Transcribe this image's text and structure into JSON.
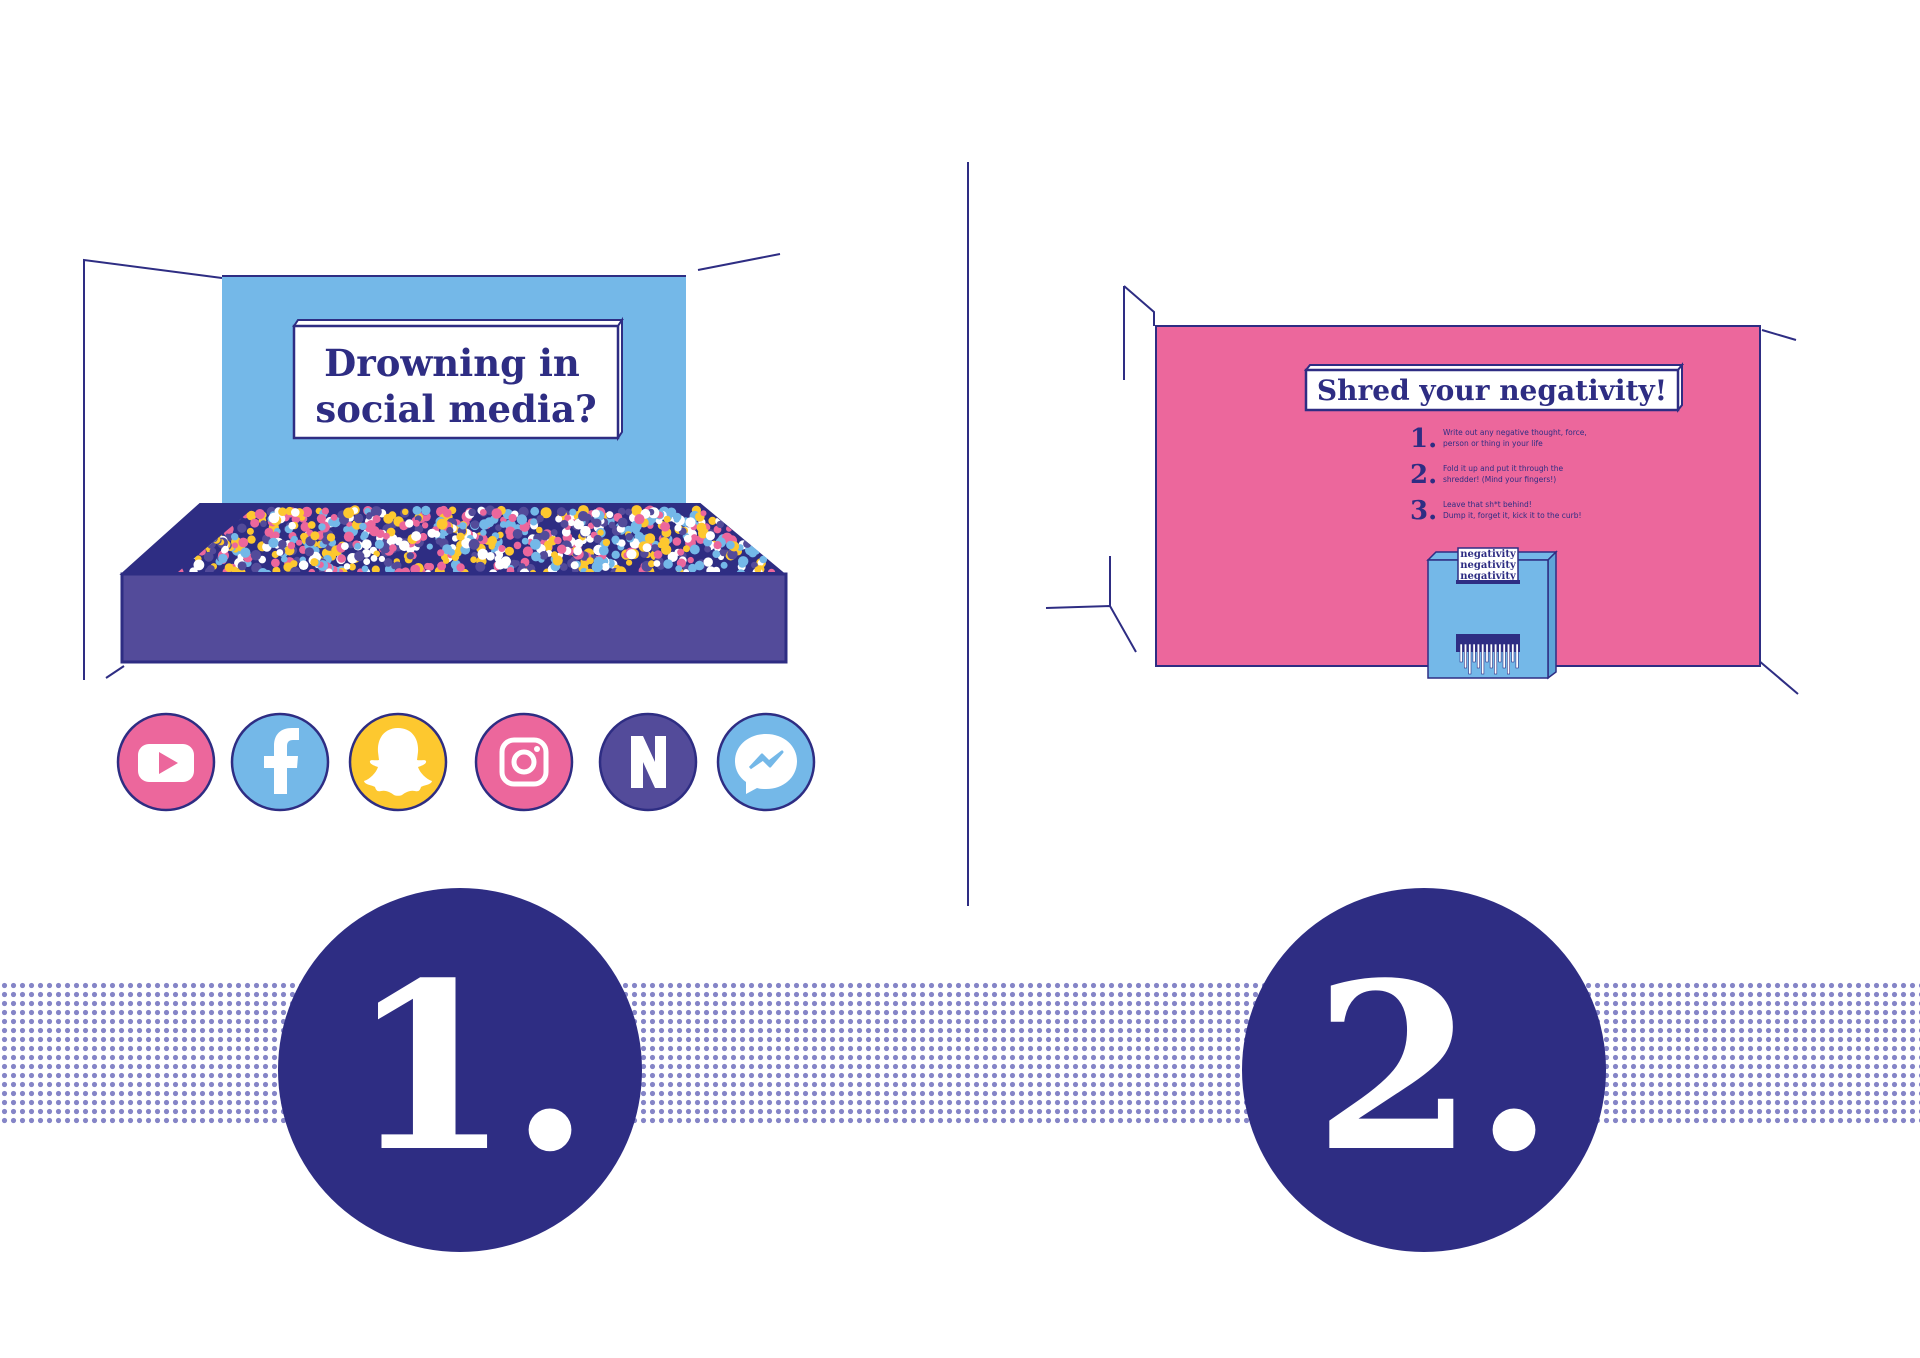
{
  "palette": {
    "navy": "#2e2d83",
    "blue": "#74b8e8",
    "pink": "#ec679c",
    "purple": "#534b9a",
    "yellow": "#fdc82f",
    "dot": "#8585c7",
    "white": "#ffffff"
  },
  "panel1": {
    "headline_line1": "Drowning in",
    "headline_line2": "social media?",
    "icons": [
      {
        "name": "youtube-icon",
        "color": "#ec679c"
      },
      {
        "name": "facebook-icon",
        "color": "#74b8e8"
      },
      {
        "name": "snapchat-icon",
        "color": "#fdc82f"
      },
      {
        "name": "instagram-icon",
        "color": "#ec679c"
      },
      {
        "name": "n-app-icon",
        "color": "#534b9a"
      },
      {
        "name": "messenger-icon",
        "color": "#74b8e8"
      }
    ],
    "number": "1."
  },
  "panel2": {
    "headline": "Shred your negativity!",
    "steps": [
      {
        "num": "1.",
        "line1": "Write out any negative thought, force,",
        "line2": "person or thing in your life"
      },
      {
        "num": "2.",
        "line1": "Fold it up and put it through the",
        "line2": "shredder! (Mind your fingers!)"
      },
      {
        "num": "3.",
        "line1": "Leave that sh*t behind!",
        "line2": "Dump it, forget it, kick it to the curb!"
      }
    ],
    "paper_word": "negativity",
    "number": "2."
  }
}
